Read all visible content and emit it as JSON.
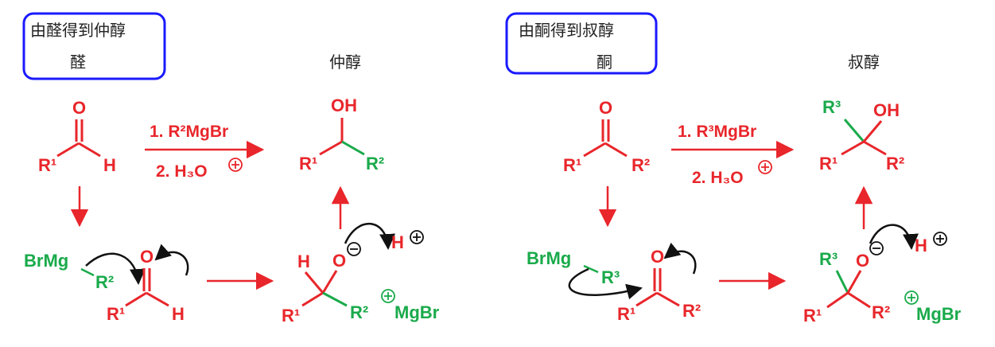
{
  "left": {
    "title": "由醛得到仲醇",
    "reactant_label": "醛",
    "product_label": "仲醇",
    "reagent_step1": "1. R²MgBr",
    "reagent_step2": "2. H₃O",
    "aldehyde": {
      "o": "O",
      "r1": "R¹",
      "h": "H"
    },
    "product": {
      "oh": "OH",
      "r1": "R¹",
      "r2": "R²"
    },
    "grignard": "BrMg",
    "grignard_r": "R²",
    "intermediate_aldehyde": {
      "o": "O",
      "r1": "R¹",
      "h": "H"
    },
    "alkoxide": {
      "h": "H",
      "o": "O",
      "r1": "R¹",
      "r2": "R²",
      "counter": "MgBr"
    },
    "proton": "H"
  },
  "right": {
    "title": "由酮得到叔醇",
    "reactant_label": "酮",
    "product_label": "叔醇",
    "reagent_step1": "1. R³MgBr",
    "reagent_step2": "2. H₃O",
    "ketone": {
      "o": "O",
      "r1": "R¹",
      "r2": "R²"
    },
    "product": {
      "r3": "R³",
      "oh": "OH",
      "r1": "R¹",
      "r2": "R²"
    },
    "grignard": "BrMg",
    "grignard_r": "R³",
    "intermediate_ketone": {
      "o": "O",
      "r1": "R¹",
      "r2": "R²"
    },
    "alkoxide": {
      "r3": "R³",
      "o": "O",
      "r1": "R¹",
      "r2": "R²",
      "counter": "MgBr"
    },
    "proton": "H"
  },
  "colors": {
    "red": "#e8262b",
    "green": "#1aaa4b",
    "box_blue": "#1a1aff",
    "black": "#111111"
  }
}
